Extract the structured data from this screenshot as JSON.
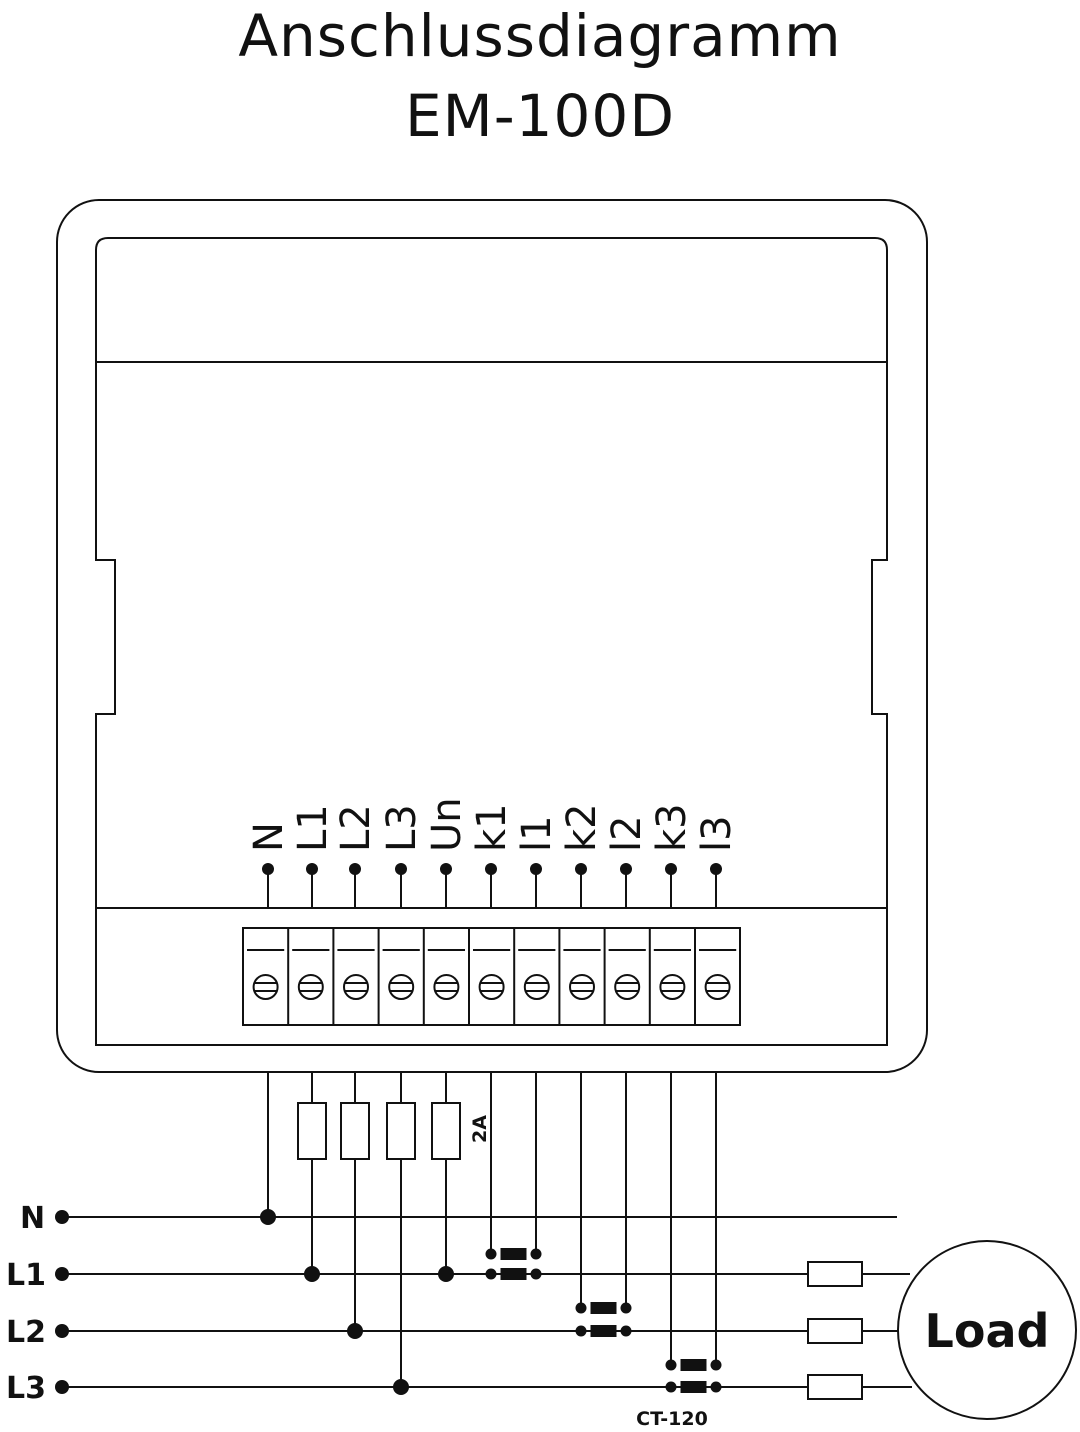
{
  "header": {
    "title_line1": "Anschlussdiagramm",
    "title_line2": "EM-100D"
  },
  "terminals": [
    "N",
    "L1",
    "L2",
    "L3",
    "Un",
    "k1",
    "l1",
    "k2",
    "l2",
    "k3",
    "l3"
  ],
  "phase_labels": [
    "N",
    "L1",
    "L2",
    "L3"
  ],
  "fuse_label": "2A",
  "load_label": "Load",
  "ct_label": "CT-120",
  "colors": {
    "ink": "#111111",
    "background": "#ffffff"
  }
}
